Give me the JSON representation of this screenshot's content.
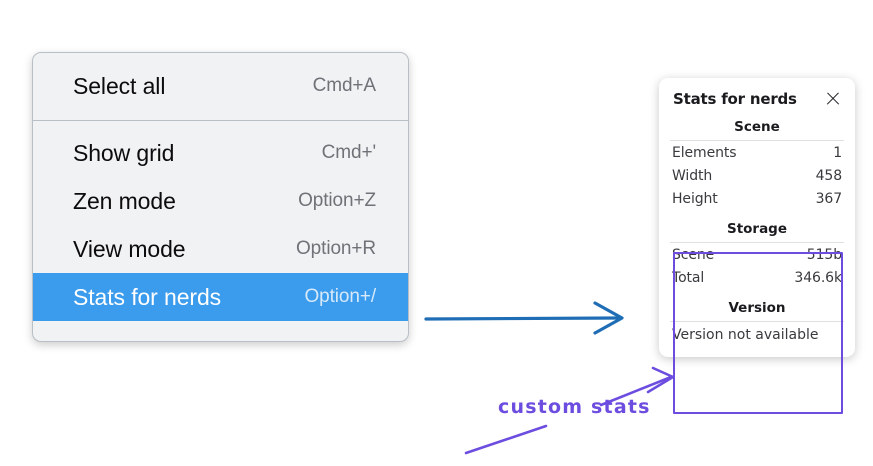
{
  "context_menu": {
    "groups": [
      {
        "items": [
          {
            "label": "Select all",
            "shortcut": "Cmd+A",
            "selected": false
          }
        ]
      },
      {
        "items": [
          {
            "label": "Show grid",
            "shortcut": "Cmd+'",
            "selected": false
          },
          {
            "label": "Zen mode",
            "shortcut": "Option+Z",
            "selected": false
          },
          {
            "label": "View mode",
            "shortcut": "Option+R",
            "selected": false
          },
          {
            "label": "Stats for nerds",
            "shortcut": "Option+/",
            "selected": true
          }
        ]
      }
    ],
    "highlight_color": "#3b9bec"
  },
  "stats_panel": {
    "title": "Stats for nerds",
    "close_icon": "close-icon",
    "sections": [
      {
        "heading": "Scene",
        "rows": [
          {
            "key": "Elements",
            "value": "1"
          },
          {
            "key": "Width",
            "value": "458"
          },
          {
            "key": "Height",
            "value": "367"
          }
        ]
      },
      {
        "heading": "Storage",
        "rows": [
          {
            "key": "Scene",
            "value": "515b"
          },
          {
            "key": "Total",
            "value": "346.6k"
          }
        ]
      },
      {
        "heading": "Version",
        "plain": "Version not available"
      }
    ]
  },
  "annotations": {
    "handwritten_label": "custom stats",
    "blue_arrow_color": "#1f6eb5",
    "purple_color": "#6c4de0"
  }
}
